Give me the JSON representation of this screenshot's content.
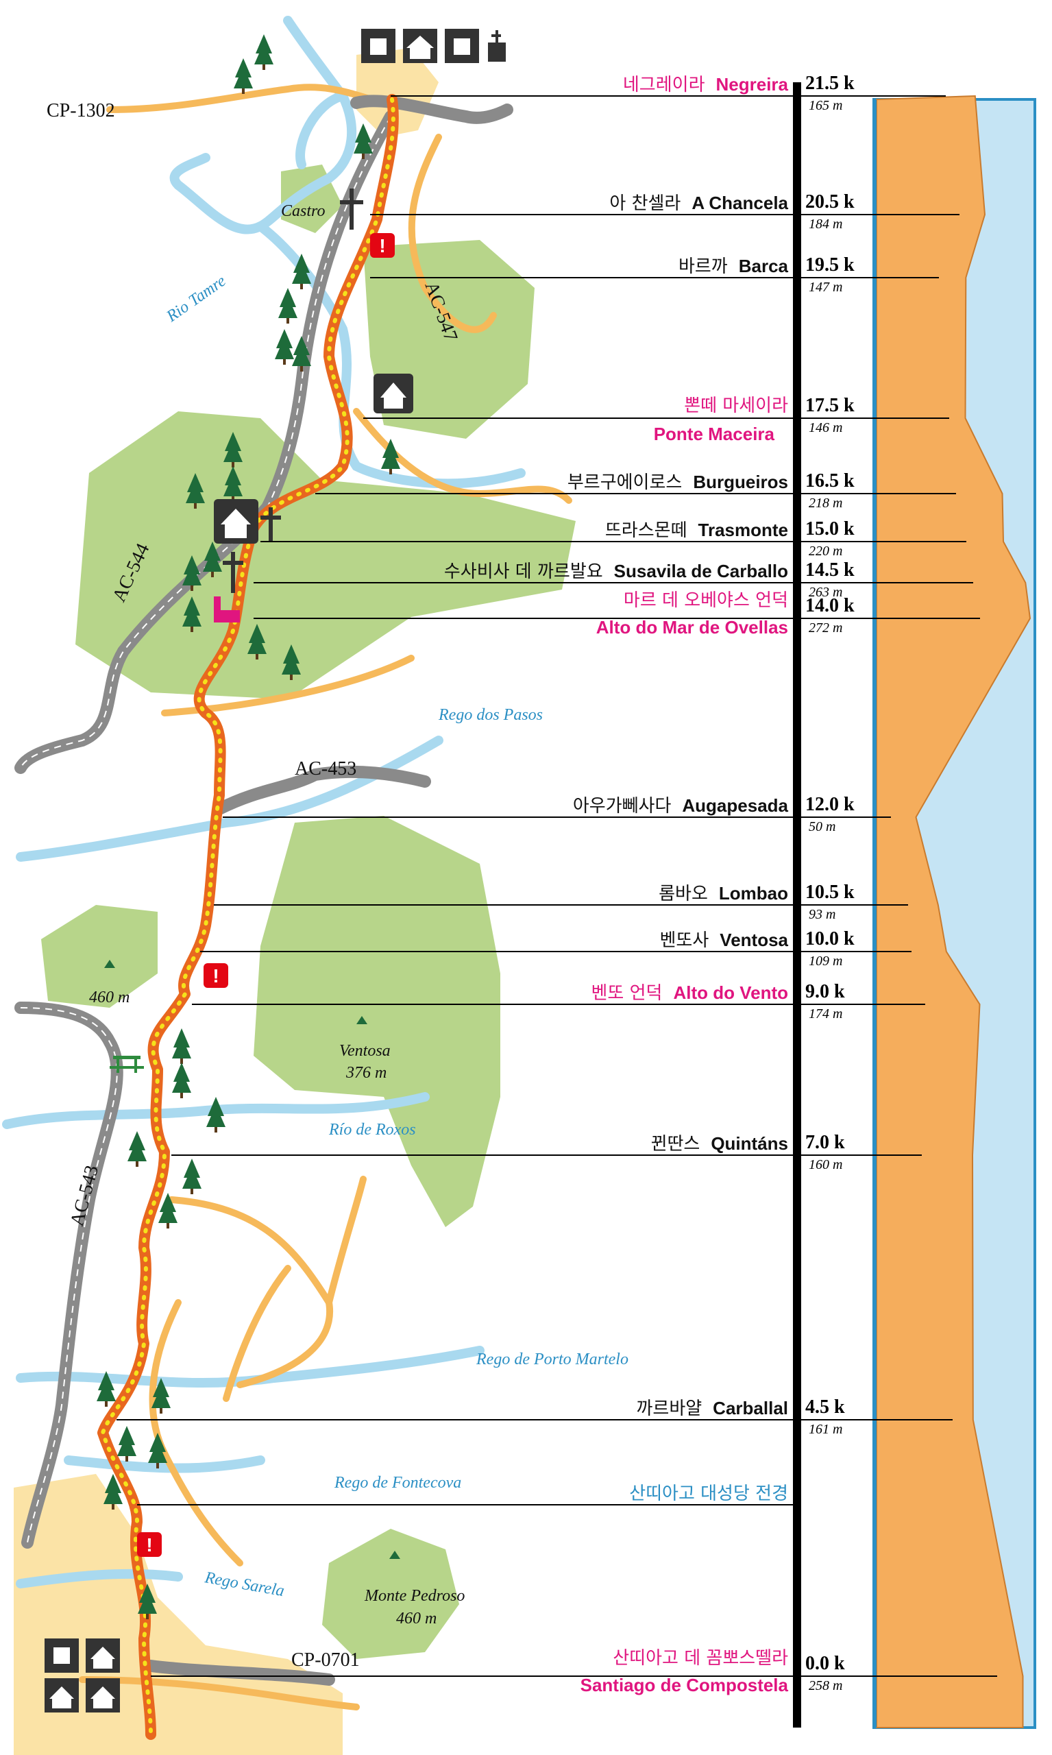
{
  "roads": [
    "CP-1302",
    "AC-547",
    "AC-544",
    "AC-453",
    "AC-543",
    "CP-0701"
  ],
  "waters": [
    "Rio Tamre",
    "Rego dos Pasos",
    "Río de Roxos",
    "Rego de Porto Martelo",
    "Rego de Fontecova",
    "Rego Sarela"
  ],
  "hills": {
    "castro": "Castro",
    "h460_elev": "460 m",
    "ventosa_name": "Ventosa",
    "ventosa_elev": "376 m",
    "pedroso_name": "Monte Pedroso",
    "pedroso_elev": "460 m"
  },
  "stops": [
    {
      "ko": "네그레이라",
      "es": "Negreira",
      "km": "21.5 k",
      "elev": "165 m",
      "color": "#e0157f"
    },
    {
      "ko": "아 찬셀라",
      "es": "A Chancela",
      "km": "20.5 k",
      "elev": "184 m",
      "color": "#111111"
    },
    {
      "ko": "바르까",
      "es": "Barca",
      "km": "19.5 k",
      "elev": "147 m",
      "color": "#111111"
    },
    {
      "ko": "뽄떼 마세이라",
      "es": "Ponte Maceira",
      "km": "17.5 k",
      "elev": "146 m",
      "color": "#e0157f"
    },
    {
      "ko": "부르구에이로스",
      "es": "Burgueiros",
      "km": "16.5 k",
      "elev": "218 m",
      "color": "#111111"
    },
    {
      "ko": "뜨라스몬떼",
      "es": "Trasmonte",
      "km": "15.0 k",
      "elev": "220 m",
      "color": "#111111"
    },
    {
      "ko": "수사비사 데 까르발요",
      "es": "Susavila de Carballo",
      "km": "14.5 k",
      "elev": "263 m",
      "color": "#111111"
    },
    {
      "ko": "마르 데 오베야스 언덕",
      "es": "Alto do Mar de Ovellas",
      "km": "14.0 k",
      "elev": "272 m",
      "color": "#e0157f"
    },
    {
      "ko": "아우가뻬사다",
      "es": "Augapesada",
      "km": "12.0 k",
      "elev": "50 m",
      "color": "#111111"
    },
    {
      "ko": "롬바오",
      "es": "Lombao",
      "km": "10.5 k",
      "elev": "93 m",
      "color": "#111111"
    },
    {
      "ko": "벤또사",
      "es": "Ventosa",
      "km": "10.0 k",
      "elev": "109 m",
      "color": "#111111"
    },
    {
      "ko": "벤또 언덕",
      "es": "Alto do Vento",
      "km": "9.0 k",
      "elev": "174 m",
      "color": "#e0157f"
    },
    {
      "ko": "뀐딴스",
      "es": "Quintáns",
      "km": "7.0 k",
      "elev": "160 m",
      "color": "#111111"
    },
    {
      "ko": "까르바얄",
      "es": "Carballal",
      "km": "4.5 k",
      "elev": "161 m",
      "color": "#111111"
    },
    {
      "ko": "산띠아고 대성당 전경",
      "es": "",
      "km": "",
      "elev": "",
      "color": "#2b8fc4"
    },
    {
      "ko": "산띠아고 데 꼼뽀스뗄라",
      "es": "Santiago de Compostela",
      "km": "0.0 k",
      "elev": "258 m",
      "color": "#e0157f"
    }
  ],
  "colors": {
    "route": "#e8671f",
    "route_dots": "#f5e21b",
    "forest": "#b7d58a",
    "town": "#fbe3a6",
    "water": "#a9d9ef",
    "road_orange": "#f6b95a",
    "highway": "#9a9a9a",
    "profile_fill": "#f5ad5c",
    "sky_fill": "#c5e4f4",
    "highlight": "#e0157f",
    "warning": "#e30613"
  },
  "icons": [
    "hotel-icon",
    "albergue-icon",
    "restaurant-icon",
    "church-icon",
    "cross-icon",
    "warning-icon",
    "picnic-icon",
    "peak-icon",
    "castle-icon"
  ]
}
